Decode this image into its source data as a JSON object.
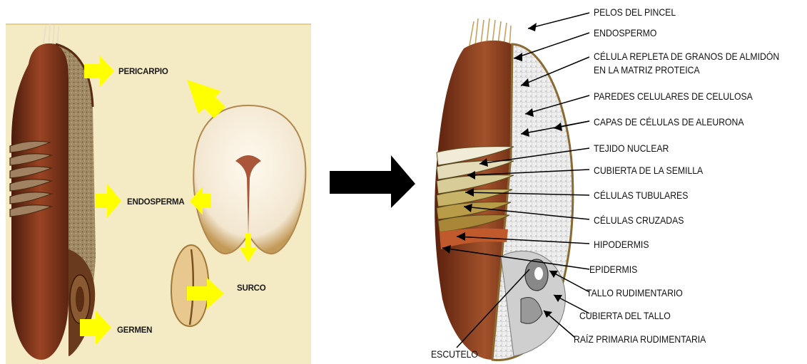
{
  "left_panel": {
    "labels": {
      "pericarpio": "PERICARPIO",
      "endosperma": "ENDOSPERMA",
      "surco": "SURCO",
      "germen": "GERMEN"
    },
    "colors": {
      "background": "#f4eac3",
      "arrow": "#ffff00",
      "kernel": "#7a3516"
    }
  },
  "center_arrow": {
    "icon": "right-arrow-icon",
    "color": "#000000"
  },
  "right_panel": {
    "labels": [
      "PELOS DEL PINCEL",
      "ENDOSPERMO",
      "CÉLULA REPLETA DE GRANOS DE ALMIDÓN",
      "EN LA MATRIZ PROTEICA",
      "PAREDES CELULARES DE CELULOSA",
      "CAPAS DE CÉLULAS DE ALEURONA",
      "TEJIDO NUCLEAR",
      "CUBIERTA DE LA SEMILLA",
      "CÉLULAS TUBULARES",
      "CÉLULAS CRUZADAS",
      "HIPODERMIS",
      "EPIDERMIS",
      "TALLO RUDIMENTARIO",
      "CUBIERTA DEL TALLO",
      "RAÍZ PRIMARIA RUDIMENTARIA"
    ],
    "bottom_label": "ESCUTELO",
    "colors": {
      "kernel": "#8a3c1f",
      "endosperm": "#ececec",
      "leader": "#000000"
    }
  }
}
